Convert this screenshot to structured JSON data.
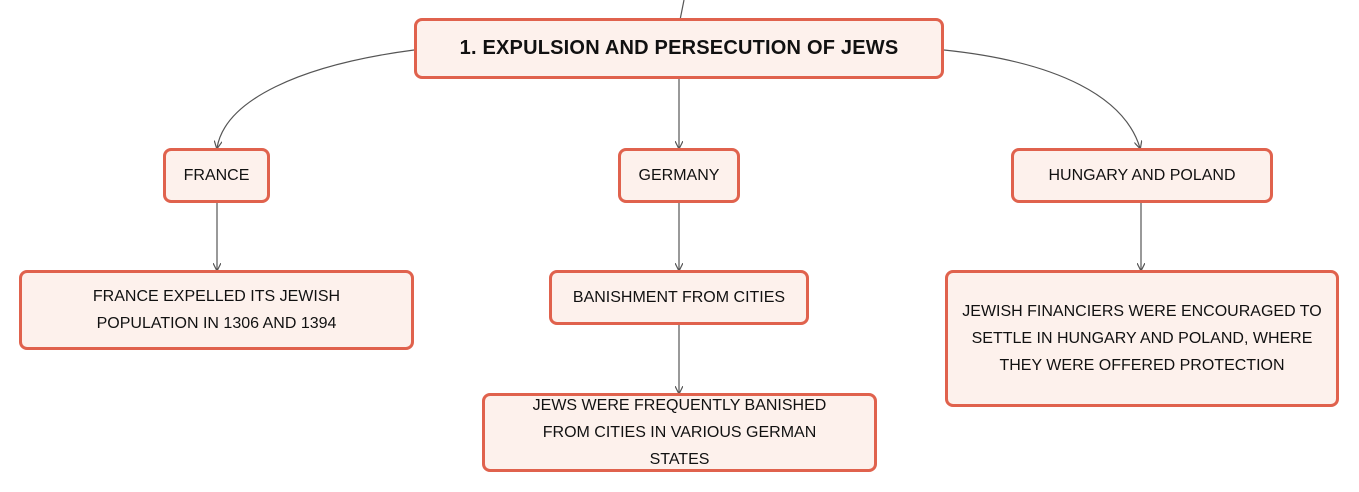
{
  "diagram": {
    "root": {
      "label": "1. EXPULSION AND PERSECUTION OF JEWS"
    },
    "branches": [
      {
        "label": "FRANCE",
        "children": [
          {
            "label": "FRANCE EXPELLED ITS JEWISH POPULATION IN 1306 AND 1394"
          }
        ]
      },
      {
        "label": "GERMANY",
        "children": [
          {
            "label": "BANISHMENT FROM CITIES",
            "children": [
              {
                "label": "JEWS WERE FREQUENTLY BANISHED FROM CITIES IN VARIOUS GERMAN STATES"
              }
            ]
          }
        ]
      },
      {
        "label": "HUNGARY AND POLAND",
        "children": [
          {
            "label": "JEWISH FINANCIERS WERE ENCOURAGED TO SETTLE IN HUNGARY AND POLAND, WHERE THEY WERE OFFERED PROTECTION"
          }
        ]
      }
    ]
  },
  "colors": {
    "node_border": "#e0624d",
    "node_fill": "#fdf1ec",
    "connector": "#555555",
    "text": "#111111"
  }
}
